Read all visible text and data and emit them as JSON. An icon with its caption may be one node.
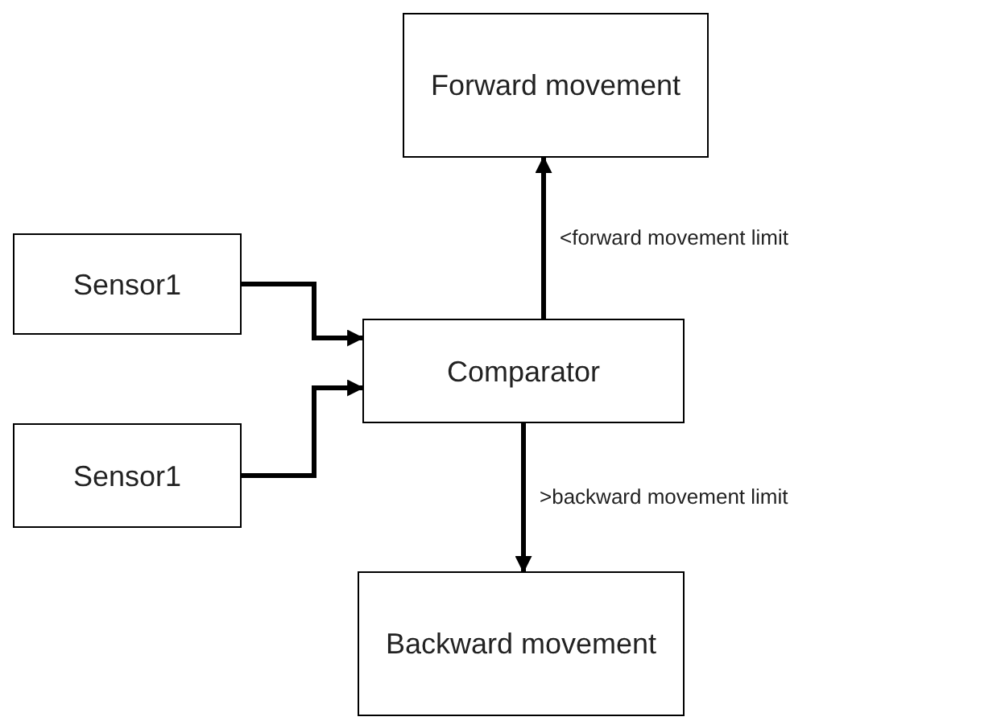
{
  "diagram": {
    "nodes": [
      {
        "text": [
          "Forward movement"
        ]
      },
      {
        "text": [
          "Sensor1"
        ]
      },
      {
        "text": [
          "Comparator"
        ]
      },
      {
        "text": [
          "Sensor1"
        ]
      },
      {
        "text": [
          "Backward movement"
        ]
      }
    ],
    "edges": [
      {
        "from": 1,
        "to": 2,
        "arrow": "to"
      },
      {
        "from": 3,
        "to": 2,
        "arrow": "to"
      },
      {
        "from": 2,
        "to": 0,
        "arrow": "to",
        "label": "<forward movement limit"
      },
      {
        "from": 2,
        "to": 4,
        "arrow": "to",
        "label": ">backward movement limit"
      }
    ]
  }
}
